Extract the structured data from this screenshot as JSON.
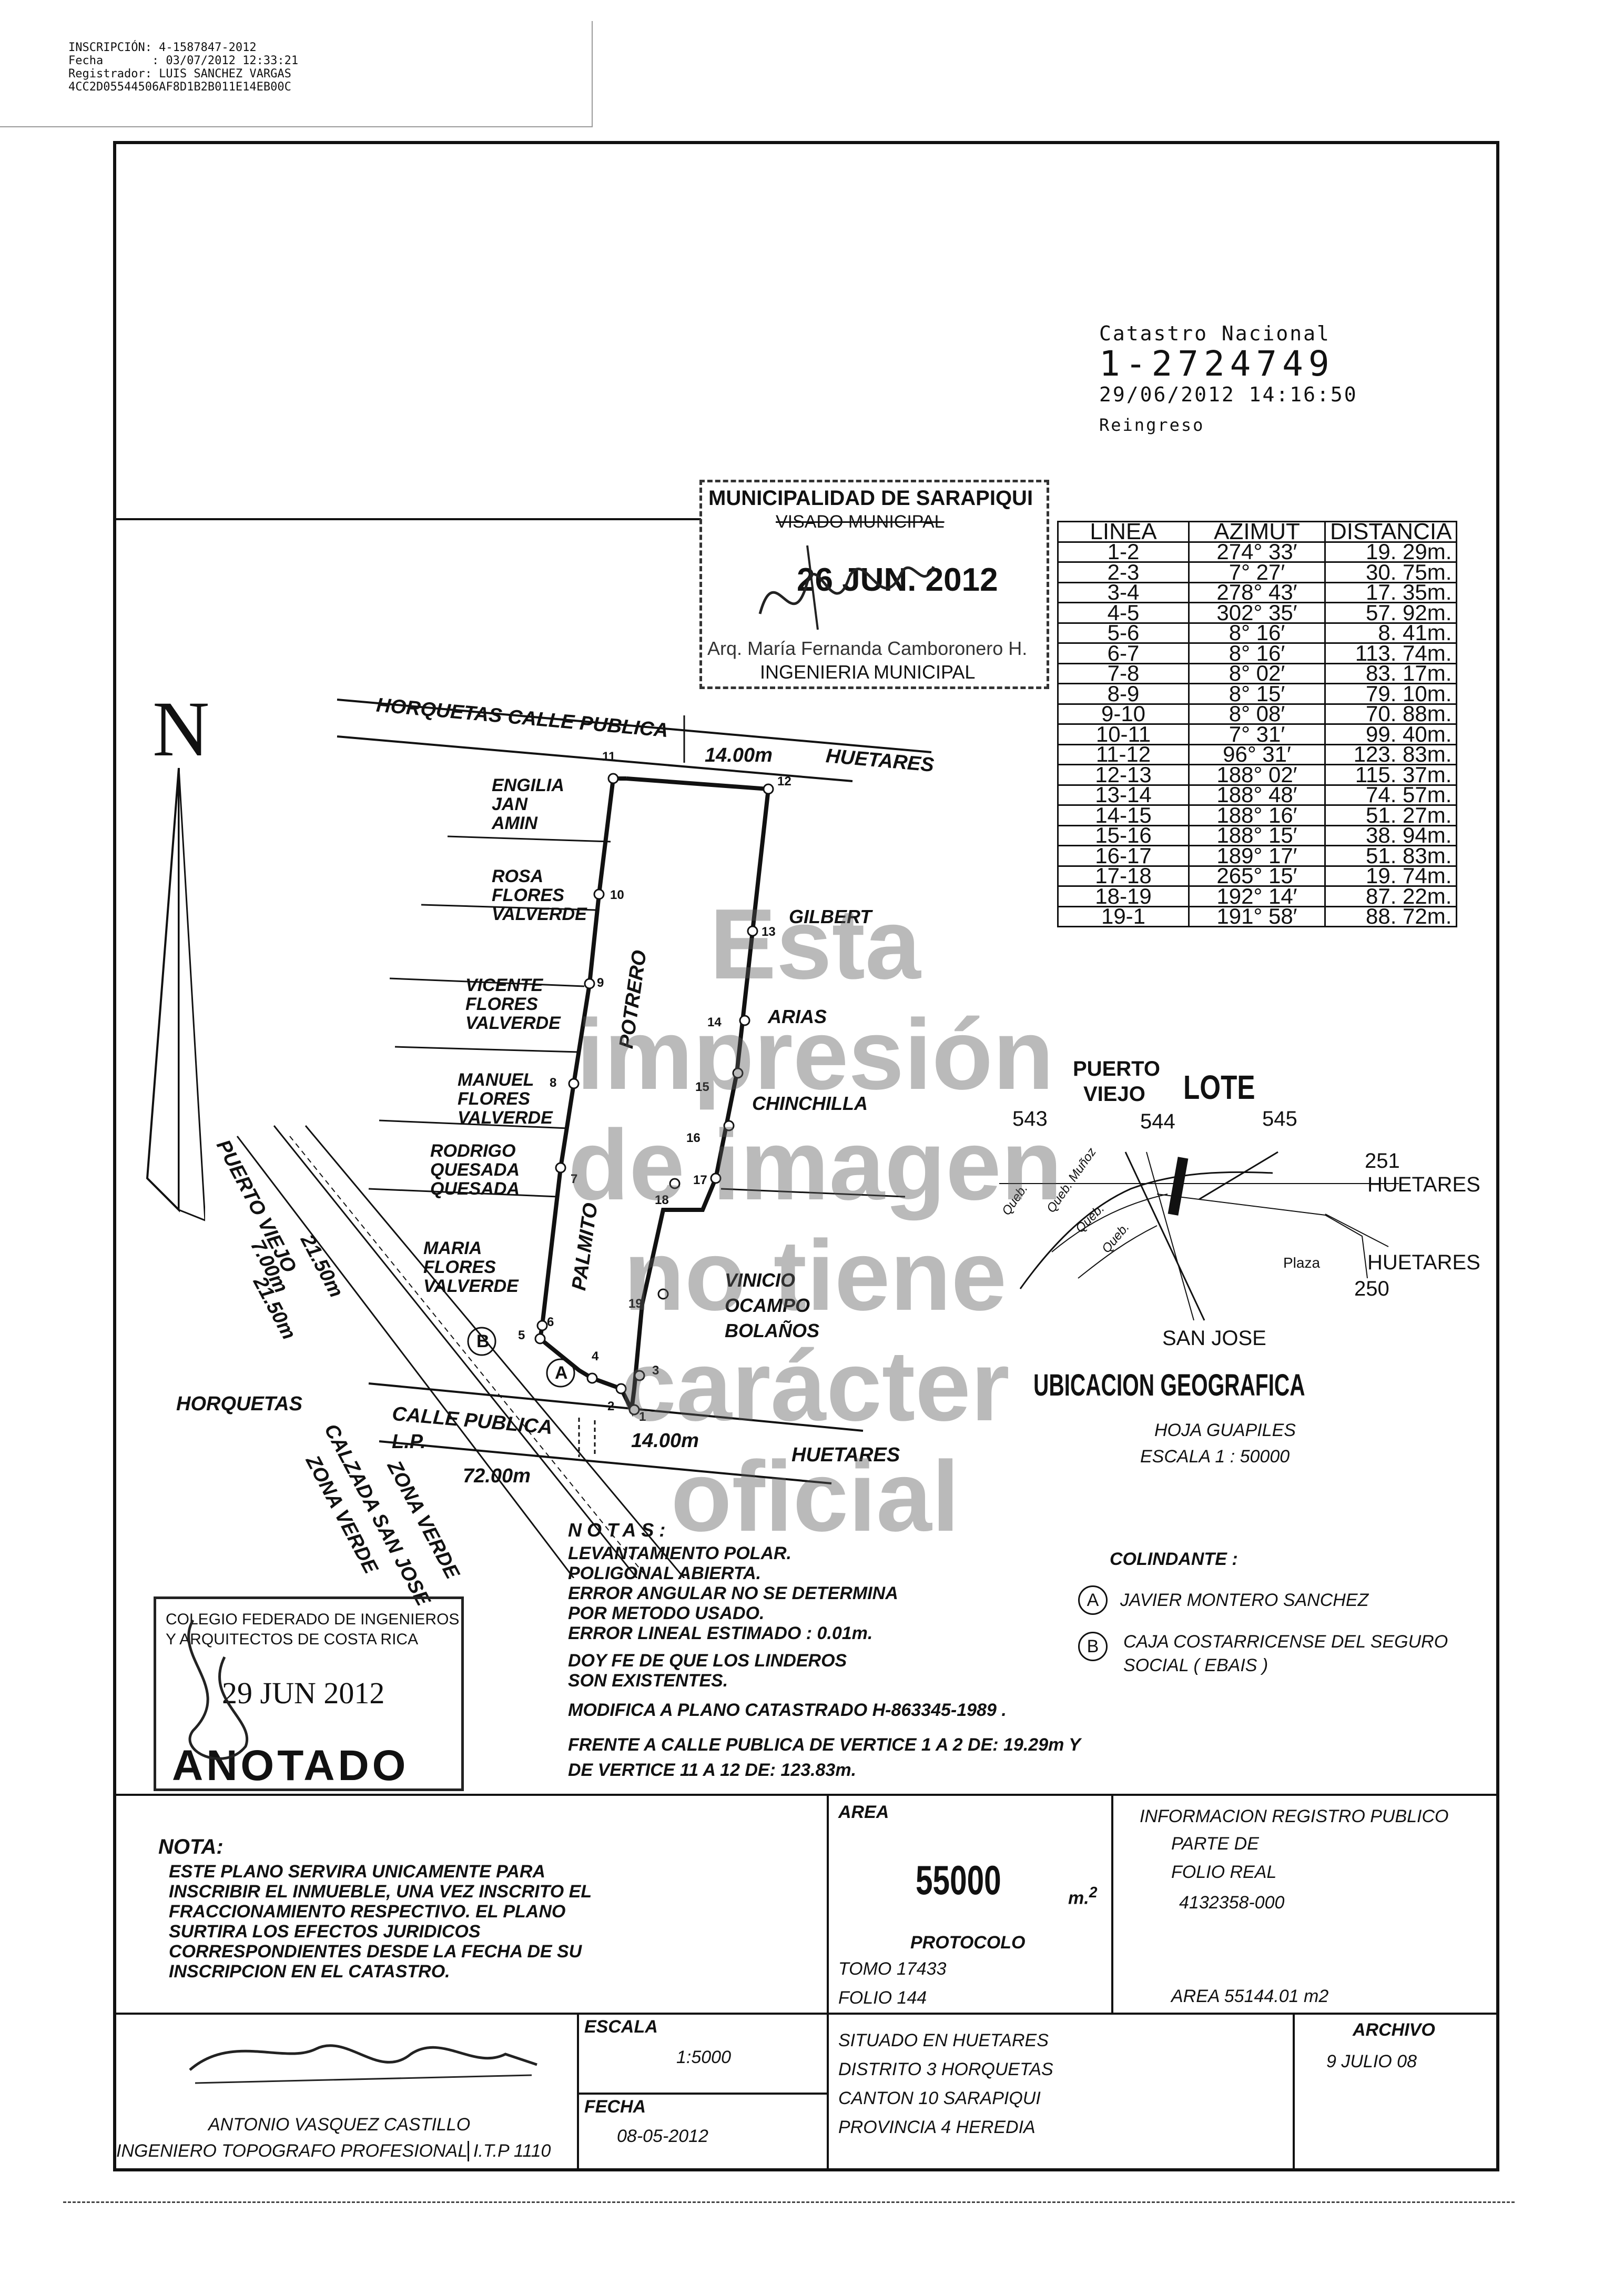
{
  "header": {
    "inscripcion": "INSCRIPCIÓN: 4-1587847-2012",
    "fecha": "Fecha       : 03/07/2012 12:33:21",
    "registrador": "Registrador: LUIS SANCHEZ VARGAS",
    "hash": "4CC2D05544506AF8D1B2B011E14EB00C"
  },
  "catastro": {
    "title": "Catastro Nacional",
    "number": "1-2724749",
    "datetime": "29/06/2012 14:16:50",
    "status": "Reingreso"
  },
  "municipal": {
    "name": "MUNICIPALIDAD DE SARAPIQUI",
    "visado": "VISADO MUNICIPAL",
    "date": "26 JUN. 2012",
    "arq": "Arq. María Fernanda Camboronero H.",
    "dept": "INGENIERIA MUNICIPAL"
  },
  "table": {
    "headers": [
      "LINEA",
      "AZIMUT",
      "DISTANCIA"
    ],
    "rows": [
      [
        "1-2",
        "274° 33′",
        "19. 29m."
      ],
      [
        "2-3",
        "7° 27′",
        "30. 75m."
      ],
      [
        "3-4",
        "278° 43′",
        "17. 35m."
      ],
      [
        "4-5",
        "302° 35′",
        "57. 92m."
      ],
      [
        "5-6",
        "8° 16′",
        "8. 41m."
      ],
      [
        "6-7",
        "8° 16′",
        "113. 74m."
      ],
      [
        "7-8",
        "8° 02′",
        "83. 17m."
      ],
      [
        "8-9",
        "8° 15′",
        "79. 10m."
      ],
      [
        "9-10",
        "8° 08′",
        "70. 88m."
      ],
      [
        "10-11",
        "7° 31′",
        "99. 40m."
      ],
      [
        "11-12",
        "96° 31′",
        "123. 83m."
      ],
      [
        "12-13",
        "188° 02′",
        "115. 37m."
      ],
      [
        "13-14",
        "188° 48′",
        "74. 57m."
      ],
      [
        "14-15",
        "188° 16′",
        "51. 27m."
      ],
      [
        "15-16",
        "188° 15′",
        "38. 94m."
      ],
      [
        "16-17",
        "189° 17′",
        "51. 83m."
      ],
      [
        "17-18",
        "265° 15′",
        "19. 74m."
      ],
      [
        "18-19",
        "192° 14′",
        "87. 22m."
      ],
      [
        "19-1",
        "191° 58′",
        "88. 72m."
      ]
    ]
  },
  "plan": {
    "north": "N",
    "top_road_left": "HORQUETAS",
    "top_road_mid": "CALLE PUBLICA",
    "top_road_right": "HUETARES",
    "top_width": "14.00m",
    "bottom_road_left": "HORQUETAS",
    "bottom_road_mid": "CALLE PUBLICA",
    "bottom_road_lp": "L.P.",
    "bottom_road_right": "HUETARES",
    "bottom_width": "14.00m",
    "bottom_offset": "72.00m",
    "diag_road": "PUERTO VIEJO",
    "diag_w1": "7.00m",
    "diag_w2": "21.50m",
    "diag_w3": "21.50m",
    "calzada": "CALZADA SAN JOSE",
    "zona1": "ZONA VERDE",
    "zona2": "ZONA VERDE",
    "potrero": "POTRERO",
    "palmito": "PALMITO",
    "neighbors_left": [
      "ENGILIA\nJAN\nAMIN",
      "ROSA\nFLORES\nVALVERDE",
      "VICENTE\nFLORES\nVALVERDE",
      "MANUEL\nFLORES\nVALVERDE",
      "RODRIGO\nQUESADA\nQUESADA",
      "MARIA\nFLORES\nVALVERDE"
    ],
    "neighbors_right": [
      "GILBERT",
      "ARIAS",
      "CHINCHILLA",
      "VINICIO\nOCAMPO\nBOLAÑOS"
    ],
    "vertices": [
      "1",
      "2",
      "3",
      "4",
      "5",
      "6",
      "7",
      "8",
      "9",
      "10",
      "11",
      "12",
      "13",
      "14",
      "15",
      "16",
      "17",
      "18",
      "19"
    ],
    "mark_a": "A",
    "mark_b": "B"
  },
  "location": {
    "puerto": "PUERTO",
    "viejo": "VIEJO",
    "lote": "LOTE",
    "n543": "543",
    "n544": "544",
    "n545": "545",
    "n251": "251",
    "n250": "250",
    "huetares1": "HUETARES",
    "huetares2": "HUETARES",
    "plaza": "Plaza",
    "sanjose": "SAN JOSE",
    "q1": "Queb.",
    "q2": "Queb. Muñoz",
    "q3": "Queb.",
    "q4": "Queb.",
    "title": "UBICACION GEOGRAFICA",
    "hoja": "HOJA GUAPILES",
    "escala": "ESCALA 1 : 50000"
  },
  "watermark": [
    "Esta impresión",
    "de imagen",
    "no tiene",
    "carácter oficial"
  ],
  "notes": {
    "title": "NOTAS:",
    "lines": [
      "LEVANTAMIENTO POLAR.",
      "POLIGONAL ABIERTA.",
      "ERROR ANGULAR NO SE DETERMINA",
      "POR METODO USADO.",
      "ERROR LINEAL ESTIMADO : 0.01m.",
      "DOY FE DE QUE LOS LINDEROS",
      "SON EXISTENTES."
    ],
    "modifica": "MODIFICA A PLANO CATASTRADO H-863345-1989 .",
    "frente1": "FRENTE A CALLE PUBLICA DE VERTICE 1 A 2 DE: 19.29m Y",
    "frente2": "DE VERTICE 11 A 12 DE: 123.83m."
  },
  "colindante": {
    "title": "COLINDANTE :",
    "a": "JAVIER MONTERO SANCHEZ",
    "b1": "CAJA COSTARRICENSE DEL SEGURO",
    "b2": "SOCIAL ( EBAIS )"
  },
  "colegio": {
    "l1": "COLEGIO FEDERADO DE INGENIEROS",
    "l2": "Y ARQUITECTOS DE COSTA RICA",
    "date": "29 JUN 2012",
    "stamp": "ANOTADO"
  },
  "bottom": {
    "nota_title": "NOTA:",
    "nota_lines": [
      "ESTE PLANO SERVIRA UNICAMENTE PARA",
      "INSCRIBIR EL INMUEBLE, UNA VEZ INSCRITO EL",
      "FRACCIONAMIENTO RESPECTIVO. EL PLANO",
      "SURTIRA LOS EFECTOS JURIDICOS",
      "CORRESPONDIENTES DESDE LA FECHA DE SU",
      "INSCRIPCION EN EL CATASTRO."
    ],
    "area_label": "AREA",
    "area_value": "55000",
    "area_unit": "m.",
    "area_sup": "2",
    "protocolo": "PROTOCOLO",
    "tomo": "TOMO 17433",
    "folio": "FOLIO 144",
    "info1": "INFORMACION REGISTRO PUBLICO",
    "info2": "PARTE DE",
    "info3": "FOLIO REAL",
    "info4": "4132358-000",
    "info_area": "AREA 55144.01 m2",
    "escala_label": "ESCALA",
    "escala_value": "1:5000",
    "fecha_label": "FECHA",
    "fecha_value": "08-05-2012",
    "surveyor": "ANTONIO VASQUEZ CASTILLO",
    "surveyor_title": "INGENIERO TOPOGRAFO PROFESIONAL",
    "itp": "I.T.P 1110",
    "sit1": "SITUADO EN HUETARES",
    "sit2": "DISTRITO 3 HORQUETAS",
    "sit3": "CANTON 10 SARAPIQUI",
    "sit4": "PROVINCIA 4 HEREDIA",
    "archivo": "ARCHIVO",
    "archivo_date": "9 JULIO 08"
  }
}
